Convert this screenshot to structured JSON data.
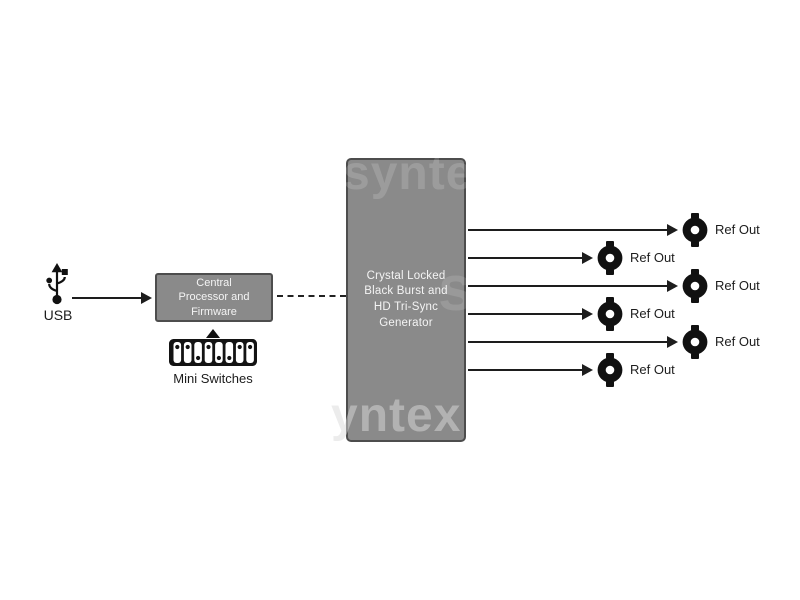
{
  "colors": {
    "box_fill": "#8a8a8a",
    "box_border": "#4d4d4d",
    "line": "#1d1d1d",
    "box_text": "#f4f4f4",
    "label_text": "#1c1c1c",
    "icon_black": "#111111"
  },
  "usb": {
    "label": "USB"
  },
  "processor": {
    "label": "Central\nProcessor and\nFirmware"
  },
  "mini_switches": {
    "label": "Mini Switches",
    "positions": [
      "top",
      "top",
      "bottom",
      "top",
      "bottom",
      "bottom",
      "top",
      "top"
    ]
  },
  "generator": {
    "label": "Crystal Locked\nBlack Burst and\nHD Tri-Sync\nGenerator"
  },
  "outputs": [
    {
      "label": "Ref Out",
      "length": "long"
    },
    {
      "label": "Ref Out",
      "length": "short"
    },
    {
      "label": "Ref Out",
      "length": "long"
    },
    {
      "label": "Ref Out",
      "length": "short"
    },
    {
      "label": "Ref Out",
      "length": "long"
    },
    {
      "label": "Ref Out",
      "length": "short"
    }
  ],
  "watermarks": {
    "top": "synte",
    "bottom": "yntex",
    "right": "s",
    "left": "s"
  }
}
